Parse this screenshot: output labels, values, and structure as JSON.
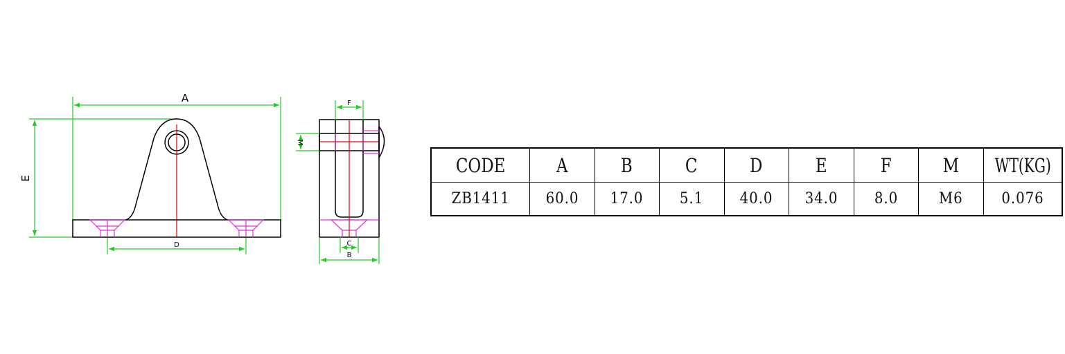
{
  "drawing": {
    "front_view": {
      "labels": {
        "width": "A",
        "height": "E",
        "hole_spacing": "D"
      }
    },
    "side_view": {
      "labels": {
        "gap": "F",
        "thread": "M",
        "slot": "C",
        "width": "B"
      }
    },
    "colors": {
      "outline": "#000000",
      "dimension": "#22cc22",
      "centerline": "#e00000",
      "hidden": "#dd33dd"
    }
  },
  "table": {
    "headers": [
      "CODE",
      "A",
      "B",
      "C",
      "D",
      "E",
      "F",
      "M",
      "WT(KG)"
    ],
    "rows": [
      [
        "ZB1411",
        "60.0",
        "17.0",
        "5.1",
        "40.0",
        "34.0",
        "8.0",
        "M6",
        "0.076"
      ]
    ]
  }
}
